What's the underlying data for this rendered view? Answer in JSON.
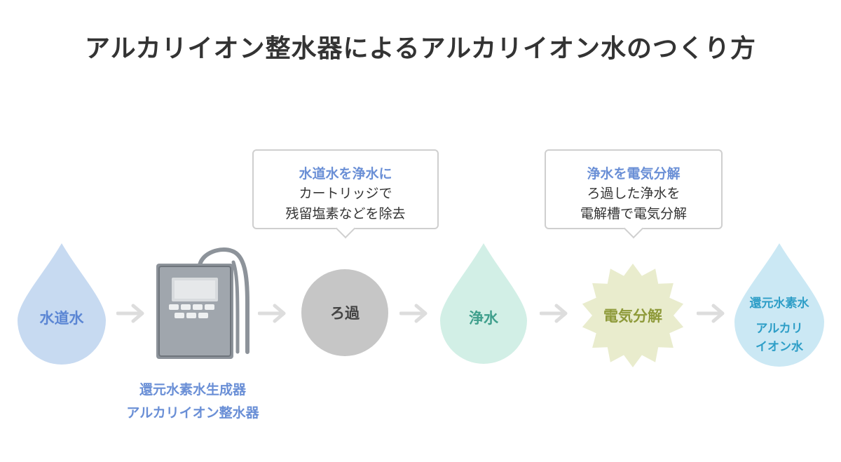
{
  "title": "アルカリイオン整水器によるアルカリイオン水のつくり方",
  "steps": {
    "tap_water": {
      "label": "水道水",
      "color": "#c7daf1",
      "text_color": "#5b86d4"
    },
    "device": {
      "caption_line1": "還元水素水生成器",
      "caption_line2": "アルカリイオン整水器",
      "caption_color": "#6a8fd6"
    },
    "filtration": {
      "label": "ろ過",
      "color": "#c6c6c6",
      "text_color": "#444444"
    },
    "purified_water": {
      "label": "浄水",
      "color": "#d2efe6",
      "text_color": "#3f9f8c"
    },
    "electrolysis": {
      "label": "電気分解",
      "color": "#e9eccd",
      "text_color": "#8e9a3a"
    },
    "alkaline_water": {
      "label_line1": "還元水素水",
      "label_line2": "アルカリ",
      "label_line3": "イオン水",
      "color": "#cbe8f4",
      "text_color": "#2e9ec7"
    }
  },
  "callouts": {
    "filtration": {
      "heading": "水道水を浄水に",
      "line1": "カートリッジで",
      "line2": "残留塩素などを除去"
    },
    "electrolysis": {
      "heading": "浄水を電気分解",
      "line1": "ろ過した浄水を",
      "line2": "電解槽で電気分解"
    }
  },
  "colors": {
    "arrow": "#dddddd",
    "bubble_border": "#cfcfcf",
    "heading": "#6a8fd6",
    "device_body": "#8d939a"
  }
}
